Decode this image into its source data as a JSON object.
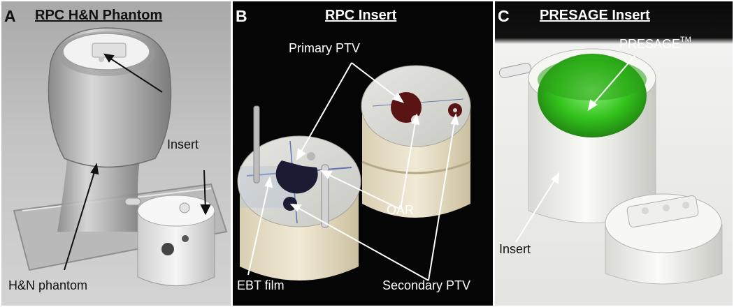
{
  "panels": {
    "a": {
      "letter": "A",
      "title": "RPC H&N Phantom",
      "labels": {
        "insert": "Insert",
        "phantom": "H&N phantom"
      }
    },
    "b": {
      "letter": "B",
      "title": "RPC Insert",
      "labels": {
        "primary_ptv": "Primary PTV",
        "oar": "OAR",
        "ebt_film": "EBT film",
        "secondary_ptv": "Secondary PTV"
      }
    },
    "c": {
      "letter": "C",
      "title": "PRESAGE Insert",
      "labels": {
        "presage": "PRESAGE",
        "presage_tm": "TM",
        "insert": "Insert"
      }
    }
  },
  "colors": {
    "panel_b_background": "#050505",
    "panel_c_background": "#0a0a0a",
    "gel_green": "#33c21c",
    "target_dark_red": "#5a1414"
  }
}
